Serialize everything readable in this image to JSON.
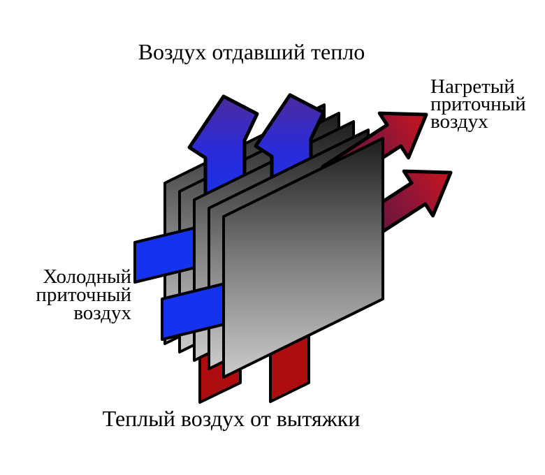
{
  "labels": {
    "top": "Воздух отдавший тепло",
    "right": "Нагретый\nприточный\nвоздух",
    "left": "Холодный\nприточный\nвоздух",
    "bottom": "Теплый воздух от вытяжки"
  },
  "colors": {
    "cold_blue": "#1533EF",
    "cold_mid": "#2B2BD8",
    "cold_purple_top": "#4C2B9E",
    "hot_red_tip": "#C8151E",
    "hot_mid": "#8C1538",
    "hot_dark_base": "#55123E",
    "warm_red": "#AE0D10",
    "plate_top": "#1C1C1C",
    "plate_mid": "#7A7A7A",
    "plate_bottom": "#CCCCCC"
  }
}
